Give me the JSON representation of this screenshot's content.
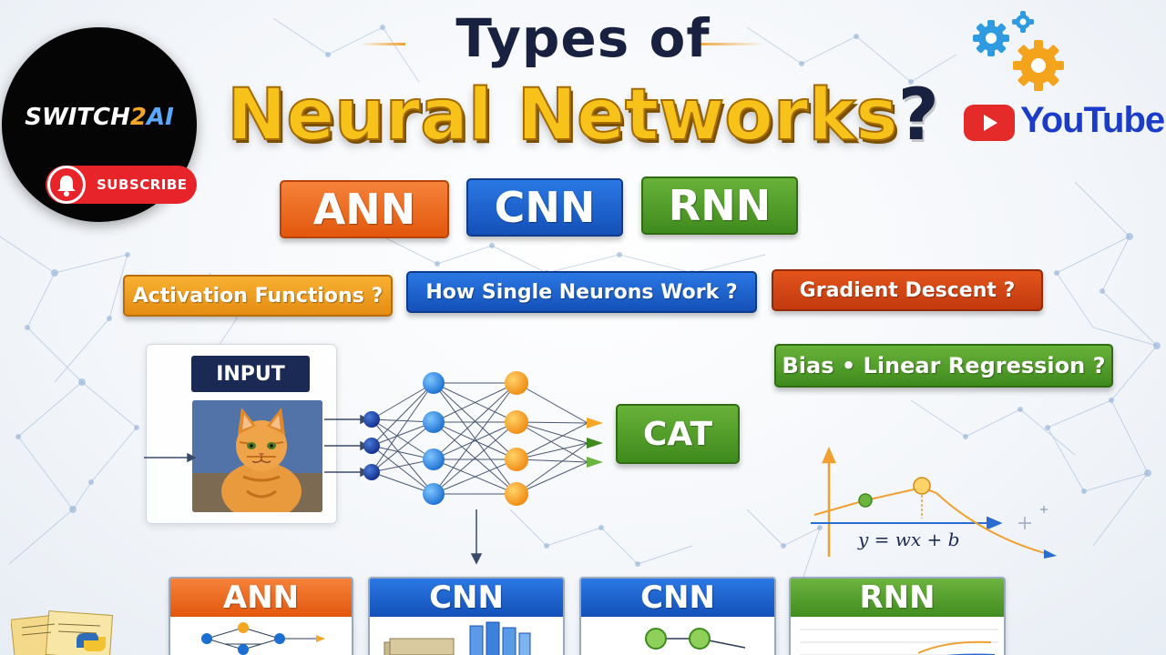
{
  "title": {
    "line1": "Types of",
    "line2": "Neural Networks",
    "line2_mark": "?"
  },
  "logo": {
    "brand_part1": "SWITCH",
    "brand_part2": "2",
    "brand_part3": "AI",
    "subscribe_label": "SUBSCRIBE"
  },
  "youtube": {
    "label": "YouTube"
  },
  "network_types": [
    "ANN",
    "CNN",
    "RNN"
  ],
  "topics": {
    "activation": "Activation Functions ?",
    "single_neuron": "How Single Neurons Work ?",
    "gradient": "Gradient Descent ?",
    "bias": "Bias • Linear Regression ?"
  },
  "diagram": {
    "input_label": "INPUT",
    "output_label": "CAT",
    "equation": "y = wx + b"
  },
  "cards": [
    "ANN",
    "CNN",
    "CNN",
    "RNN"
  ],
  "colors": {
    "title_dark": "#18213f",
    "title_gold": "#f7c21a",
    "ann_orange": "#e2570d",
    "cnn_blue": "#1450b8",
    "rnn_green": "#3f8a1d",
    "subscribe_red": "#e8242b",
    "youtube_red": "#e52a2a",
    "youtube_blue": "#1a3cc8"
  }
}
